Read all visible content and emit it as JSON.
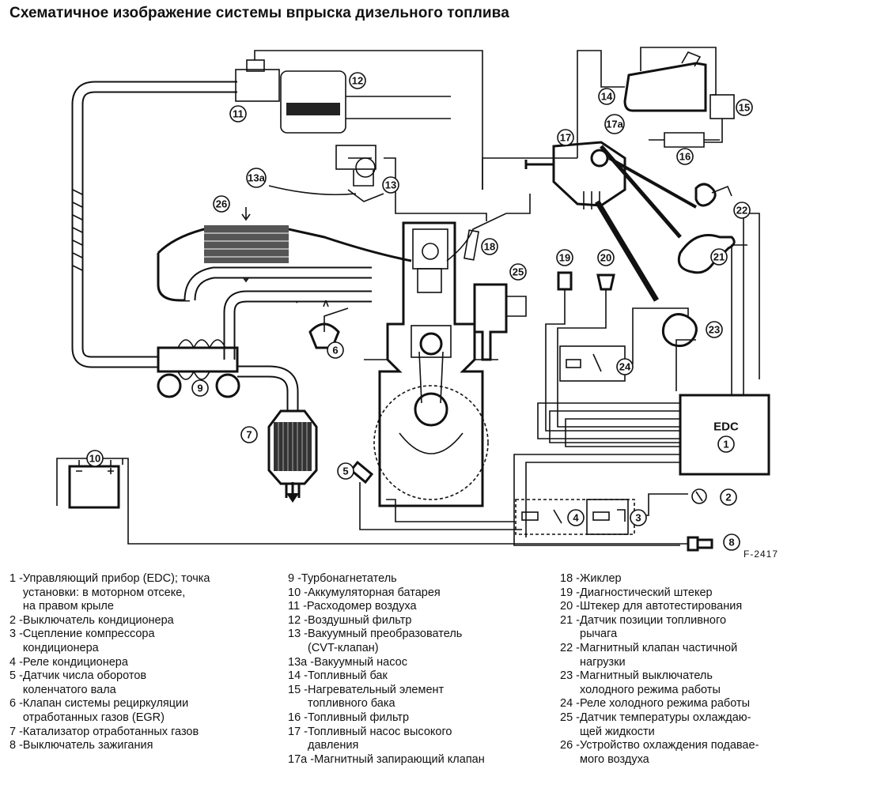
{
  "title": "Схематичное изображение системы впрыска дизельного топлива",
  "figure_code": "F-2417",
  "edc_label": "EDC",
  "callouts": [
    "1",
    "2",
    "3",
    "4",
    "5",
    "6",
    "7",
    "8",
    "9",
    "10",
    "11",
    "12",
    "13",
    "13a",
    "14",
    "15",
    "16",
    "17",
    "17a",
    "18",
    "19",
    "20",
    "21",
    "22",
    "23",
    "24",
    "25",
    "26"
  ],
  "legend": [
    [
      {
        "num": "1 - ",
        "text": "Управляющий прибор (EDC); точка\nустановки: в моторном отсеке,\nна правом крыле"
      },
      {
        "num": "2 - ",
        "text": "Выключатель кондиционера"
      },
      {
        "num": "3 - ",
        "text": "Сцепление компрессора\nкондиционера"
      },
      {
        "num": "4 - ",
        "text": "Реле кондиционера"
      },
      {
        "num": "5 - ",
        "text": "Датчик числа оборотов\nколенчатого вала"
      },
      {
        "num": "6 - ",
        "text": "Клапан системы рециркуляции\nотработанных газов (EGR)"
      },
      {
        "num": "7 - ",
        "text": "Катализатор отработанных газов"
      },
      {
        "num": "8 - ",
        "text": "Выключатель зажигания"
      }
    ],
    [
      {
        "num": "9 - ",
        "text": "Турбонагнетатель"
      },
      {
        "num": "10 - ",
        "text": "Аккумуляторная батарея"
      },
      {
        "num": "11 - ",
        "text": "Расходомер воздуха"
      },
      {
        "num": "12 - ",
        "text": "Воздушный фильтр"
      },
      {
        "num": "13 - ",
        "text": "Вакуумный преобразователь\n(CVT-клапан)"
      },
      {
        "num": "13a - ",
        "text": "Вакуумный насос"
      },
      {
        "num": "14 - ",
        "text": "Топливный бак"
      },
      {
        "num": "15 - ",
        "text": "Нагревательный элемент\nтопливного бака"
      },
      {
        "num": "16 - ",
        "text": "Топливный фильтр"
      },
      {
        "num": "17 - ",
        "text": "Топливный насос высокого\nдавления"
      },
      {
        "num": "17a - ",
        "text": "Магнитный запирающий клапан"
      }
    ],
    [
      {
        "num": "18 - ",
        "text": "Жиклер"
      },
      {
        "num": "19 - ",
        "text": "Диагностический штекер"
      },
      {
        "num": "20 - ",
        "text": "Штекер для автотестирования"
      },
      {
        "num": "21 - ",
        "text": "Датчик позиции топливного\nрычага"
      },
      {
        "num": "22 - ",
        "text": "Магнитный клапан частичной\nнагрузки"
      },
      {
        "num": "23 - ",
        "text": "Магнитный выключатель\nхолодного режима работы"
      },
      {
        "num": "24 - ",
        "text": "Реле холодного режима работы"
      },
      {
        "num": "25 - ",
        "text": "Датчик температуры охлаждаю-\nщей жидкости"
      },
      {
        "num": "26 - ",
        "text": "Устройство охлаждения подавае-\nмого воздуха"
      }
    ]
  ]
}
